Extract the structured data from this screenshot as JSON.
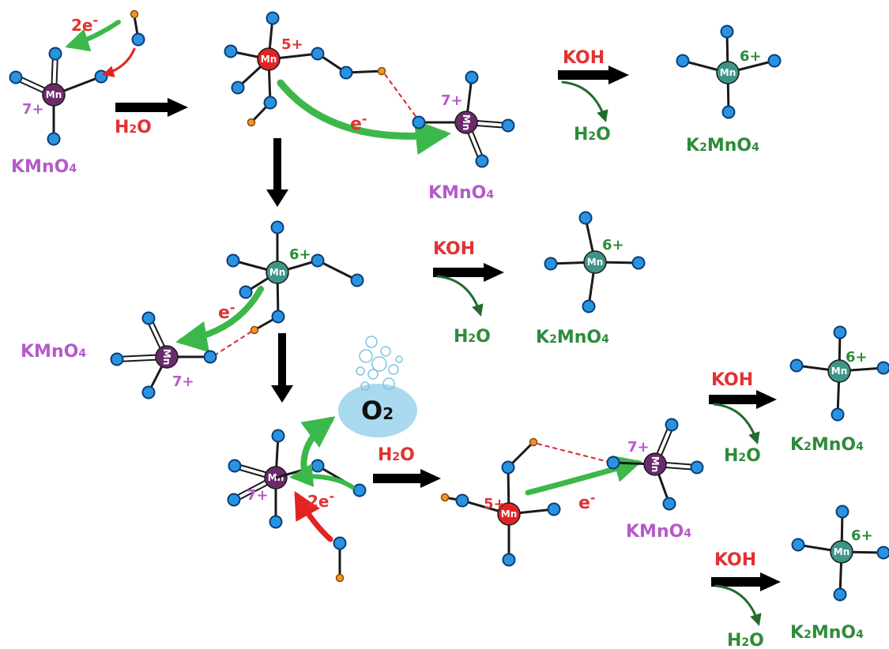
{
  "colors": {
    "mn7": "#6b2b6b",
    "mn6": "#3f9488",
    "mn5": "#e32323",
    "oxygen": "#2a93e0",
    "hydrogen": "#f0962e",
    "purple_label": "#b55ac9",
    "green_label": "#2e8b3a",
    "red_label": "#e23232",
    "green_arrow": "#3cb84a",
    "red_arrow": "#e32323",
    "bubble": "#a9d9ef"
  },
  "atoms": {
    "mn_symbol": "Mn"
  },
  "labels": {
    "kmno4": "KMnO",
    "kmno4_sub": "4",
    "k2mno4_k": "K",
    "k2mno4_2": "2",
    "k2mno4_mno": "MnO",
    "k2mno4_4": "4",
    "h2o_h": "H",
    "h2o_2": "2",
    "h2o_o": "O",
    "koh": "KOH",
    "ox7": "7+",
    "ox6": "6+",
    "ox5": "5+",
    "two_e": "2e",
    "e": "e",
    "minus": "-",
    "o2_o": "O",
    "o2_2": "2"
  }
}
